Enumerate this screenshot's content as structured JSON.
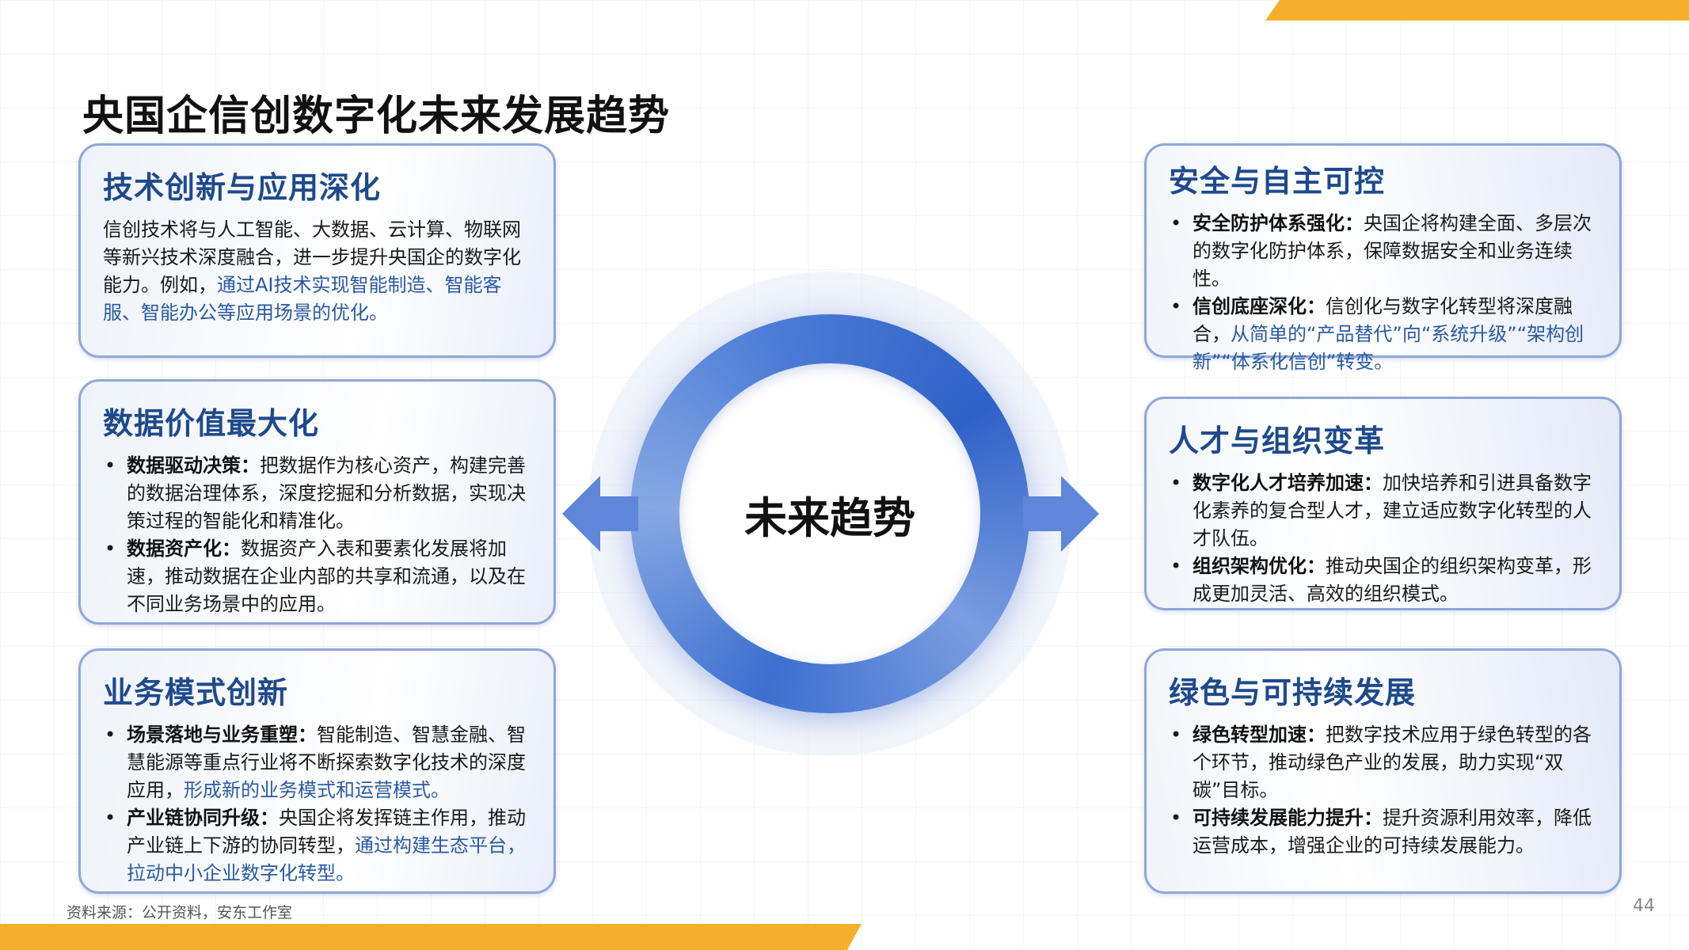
{
  "title": "央国企信创数字化未来发展趋势",
  "center_label": "未来趋势",
  "left": [
    {
      "heading": "技术创新与应用深化",
      "text": "信创技术将与人工智能、大数据、云计算、物联网等新兴技术深度融合，进一步提升央国企的数字化能力。例如，",
      "text_hl": "通过AI技术实现智能制造、智能客服、智能办公等应用场景的优化。"
    },
    {
      "heading": "数据价值最大化",
      "items": [
        {
          "bold": "数据驱动决策：",
          "text": "把数据作为核心资产，构建完善的数据治理体系，深度挖掘和分析数据，实现决策过程的智能化和精准化。",
          "hl": ""
        },
        {
          "bold": "数据资产化：",
          "text": "数据资产入表和要素化发展将加速，推动数据在企业内部的共享和流通，以及在不同业务场景中的应用。",
          "hl": ""
        }
      ]
    },
    {
      "heading": "业务模式创新",
      "items": [
        {
          "bold": "场景落地与业务重塑：",
          "text": "智能制造、智慧金融、智慧能源等重点行业将不断探索数字化技术的深度应用，",
          "hl": "形成新的业务模式和运营模式。"
        },
        {
          "bold": "产业链协同升级：",
          "text": "央国企将发挥链主作用，推动产业链上下游的协同转型，",
          "hl": "通过构建生态平台，拉动中小企业数字化转型。"
        }
      ]
    }
  ],
  "right": [
    {
      "heading": "安全与自主可控",
      "items": [
        {
          "bold": "安全防护体系强化：",
          "text": "央国企将构建全面、多层次的数字化防护体系，保障数据安全和业务连续性。",
          "hl": ""
        },
        {
          "bold": "信创底座深化：",
          "text": "信创化与数字化转型将深度融合，",
          "hl": "从简单的“产品替代”向“系统升级”“架构创新”“体系化信创”转变。"
        }
      ]
    },
    {
      "heading": "人才与组织变革",
      "items": [
        {
          "bold": "数字化人才培养加速：",
          "text": "加快培养和引进具备数字化素养的复合型人才，建立适应数字化转型的人才队伍。",
          "hl": ""
        },
        {
          "bold": "组织架构优化：",
          "text": "推动央国企的组织架构变革，形成更加灵活、高效的组织模式。",
          "hl": ""
        }
      ]
    },
    {
      "heading": "绿色与可持续发展",
      "items": [
        {
          "bold": "绿色转型加速：",
          "text": "把数字技术应用于绿色转型的各个环节，推动绿色产业的发展，助力实现“双碳”目标。",
          "hl": ""
        },
        {
          "bold": "可持续发展能力提升：",
          "text": "提升资源利用效率，降低运营成本，增强企业的可持续发展能力。",
          "hl": ""
        }
      ]
    }
  ],
  "source": "资料来源：公开资料，安东工作室",
  "page_number": "44",
  "colors": {
    "accent": "#f6ae2d",
    "heading": "#1e4a8c",
    "ring": "#3c6fd0"
  }
}
